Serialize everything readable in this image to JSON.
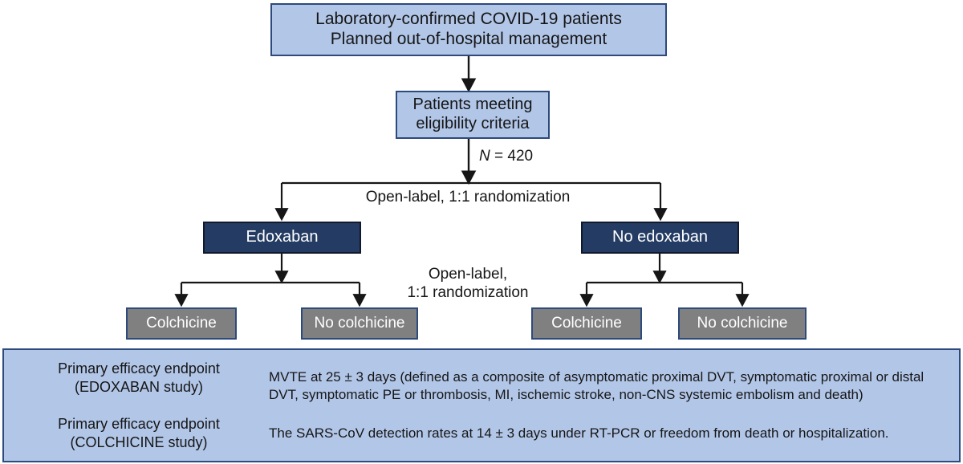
{
  "diagram": {
    "title": "COVID-19 outpatient trial flow diagram",
    "colors": {
      "light_blue_fill": "#b2c6e8",
      "navy_fill": "#243c63",
      "gray_fill": "#808080",
      "border_blue": "#2c4a7c",
      "text_dark": "#161616",
      "text_light": "#ffffff"
    },
    "nodes": {
      "top": "Laboratory-confirmed COVID-19 patients\nPlanned out-of-hospital management",
      "eligibility": "Patients meeting\neligibility criteria",
      "edoxaban": "Edoxaban",
      "no_edoxaban": "No edoxaban",
      "colchicine_left": "Colchicine",
      "no_colchicine_left": "No colchicine",
      "colchicine_right": "Colchicine",
      "no_colchicine_right": "No colchicine"
    },
    "edge_labels": {
      "sample_size_symbol": "N",
      "sample_size_value": " = 420",
      "randomization_1": "Open-label, 1:1 randomization",
      "randomization_2": "Open-label,\n1:1 randomization"
    },
    "bottom_panel": {
      "endpoints": [
        {
          "label": "Primary efficacy endpoint\n(EDOXABAN study)",
          "description": "MVTE at 25 ± 3 days (defined as a composite of asymptomatic proximal DVT, symptomatic proximal or distal DVT, symptomatic PE or thrombosis, MI, ischemic stroke, non-CNS systemic embolism and death)"
        },
        {
          "label": "Primary efficacy endpoint\n(COLCHICINE study)",
          "description": "The SARS-CoV detection rates at 14 ± 3 days under RT-PCR or freedom from death or hospitalization."
        }
      ]
    }
  }
}
